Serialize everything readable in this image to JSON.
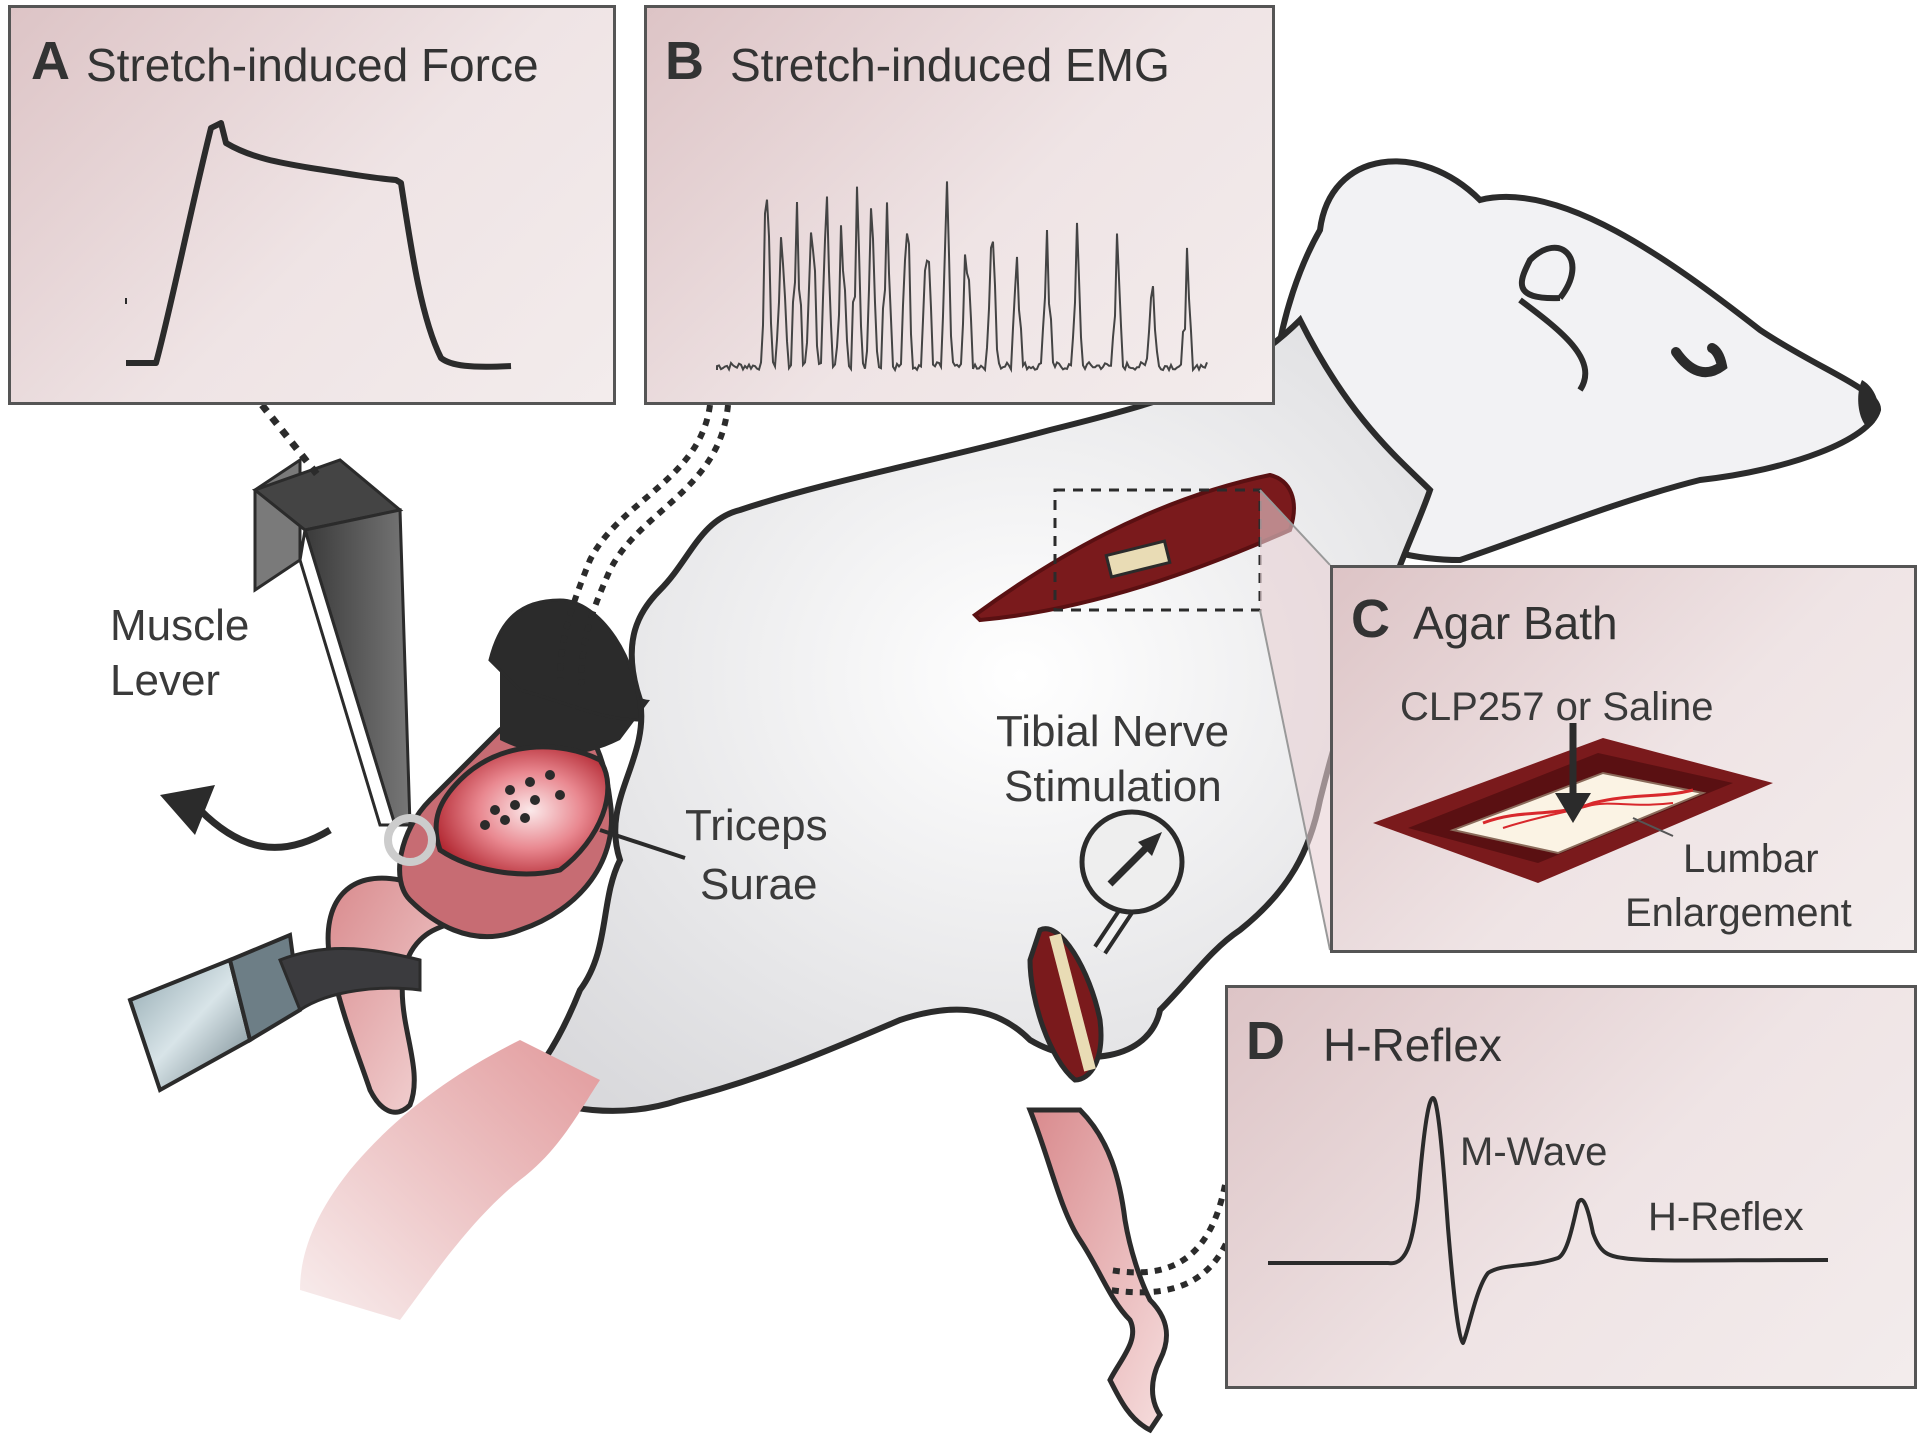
{
  "panels": {
    "a": {
      "letter": "A",
      "title": "Stretch-induced Force"
    },
    "b": {
      "letter": "B",
      "title": "Stretch-induced EMG"
    },
    "c": {
      "letter": "C",
      "title": "Agar Bath",
      "drug_label": "CLP257 or Saline",
      "region_label_1": "Lumbar",
      "region_label_2": "Enlargement"
    },
    "d": {
      "letter": "D",
      "title": "H-Reflex",
      "m_wave_label": "M-Wave",
      "h_reflex_label": "H-Reflex"
    }
  },
  "labels": {
    "muscle_lever_1": "Muscle",
    "muscle_lever_2": "Lever",
    "triceps_1": "Triceps",
    "triceps_2": "Surae",
    "tibial_1": "Tibial Nerve",
    "tibial_2": "Stimulation"
  },
  "colors": {
    "muscle_dark": "#7a1a1c",
    "muscle_light": "#c84a55",
    "skin": "#e7a7a8",
    "fur": "#f2f2f3",
    "outline": "#2b2b2b",
    "panel_bg": "#e6d4d5",
    "trace": "#2b2b2b",
    "spinal_red": "#d8282c"
  },
  "icons": [
    "muscle-lever-icon",
    "stimulator-dial-icon",
    "clamp-icon",
    "arrow-icon"
  ]
}
